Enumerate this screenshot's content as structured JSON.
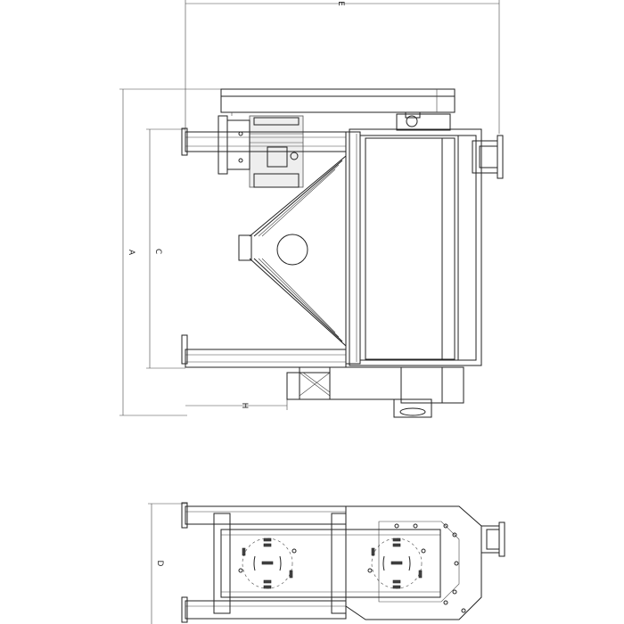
{
  "dimensions": {
    "A": "A",
    "C": "C",
    "D": "D",
    "E": "E",
    "H": "H"
  }
}
